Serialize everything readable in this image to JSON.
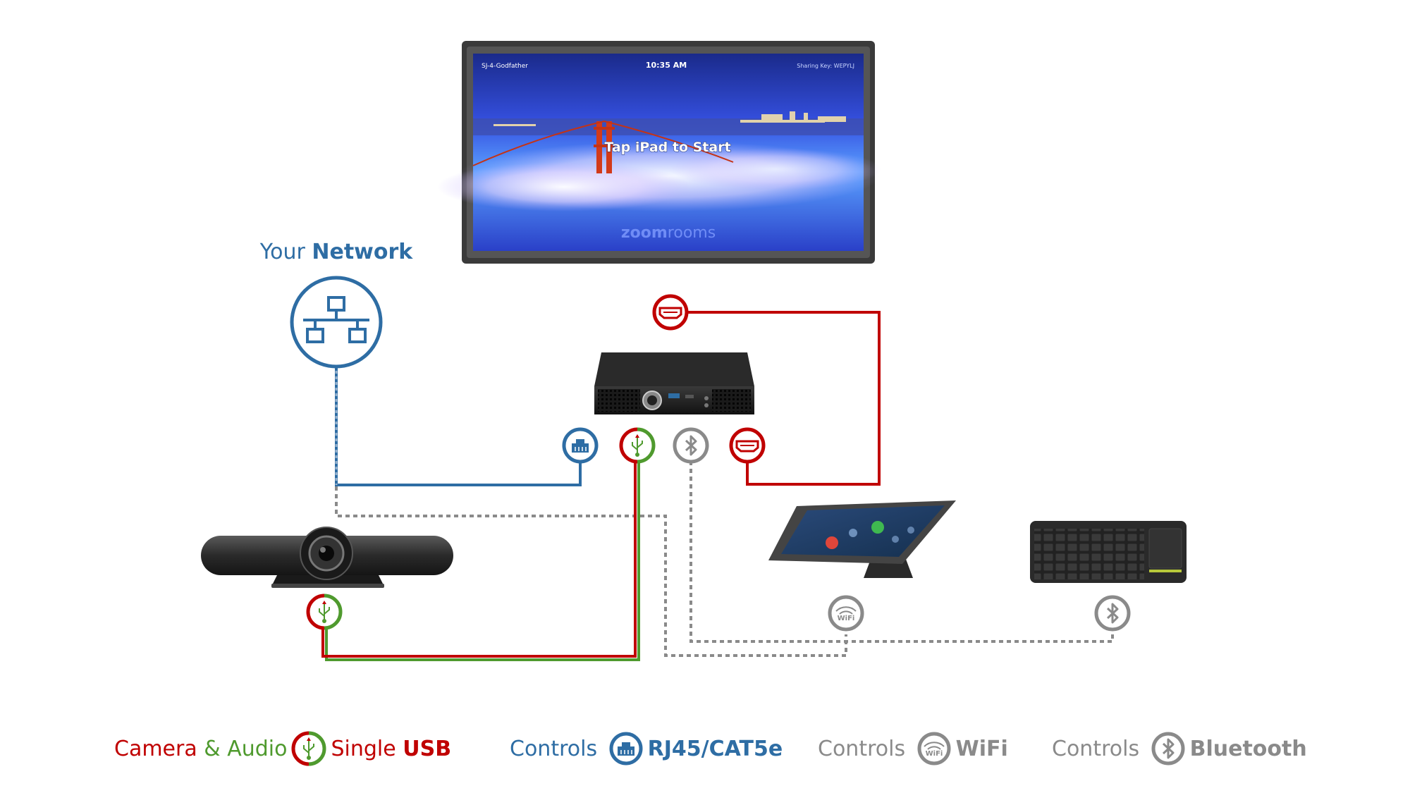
{
  "display": {
    "room_name": "SJ-4-Godfather",
    "time": "10:35 AM",
    "sharing_key": "Sharing Key: WEPYLJ",
    "prompt": "Tap iPad to Start",
    "brand_a": "zoom",
    "brand_b": "rooms"
  },
  "network": {
    "label_prefix": "Your ",
    "label_bold": "Network"
  },
  "legend": {
    "camera_audio": {
      "camera": "Camera",
      "amp": " & ",
      "audio": "Audio",
      "single": "Single ",
      "usb": "USB"
    },
    "rj45": {
      "prefix": "Controls ",
      "bold": "RJ45/CAT5e"
    },
    "wifi": {
      "prefix": "Controls ",
      "bold": "WiFi",
      "icon_text": "WiFi"
    },
    "bluetooth": {
      "prefix": "Controls ",
      "bold": "Bluetooth"
    }
  },
  "colors": {
    "red": "#c00000",
    "green": "#4f9a2e",
    "blue": "#2e6da4",
    "gray": "#8a8a8a"
  },
  "icons": [
    "network-icon",
    "hdmi-icon",
    "ethernet-icon",
    "usb-icon",
    "bluetooth-icon",
    "wifi-icon"
  ]
}
